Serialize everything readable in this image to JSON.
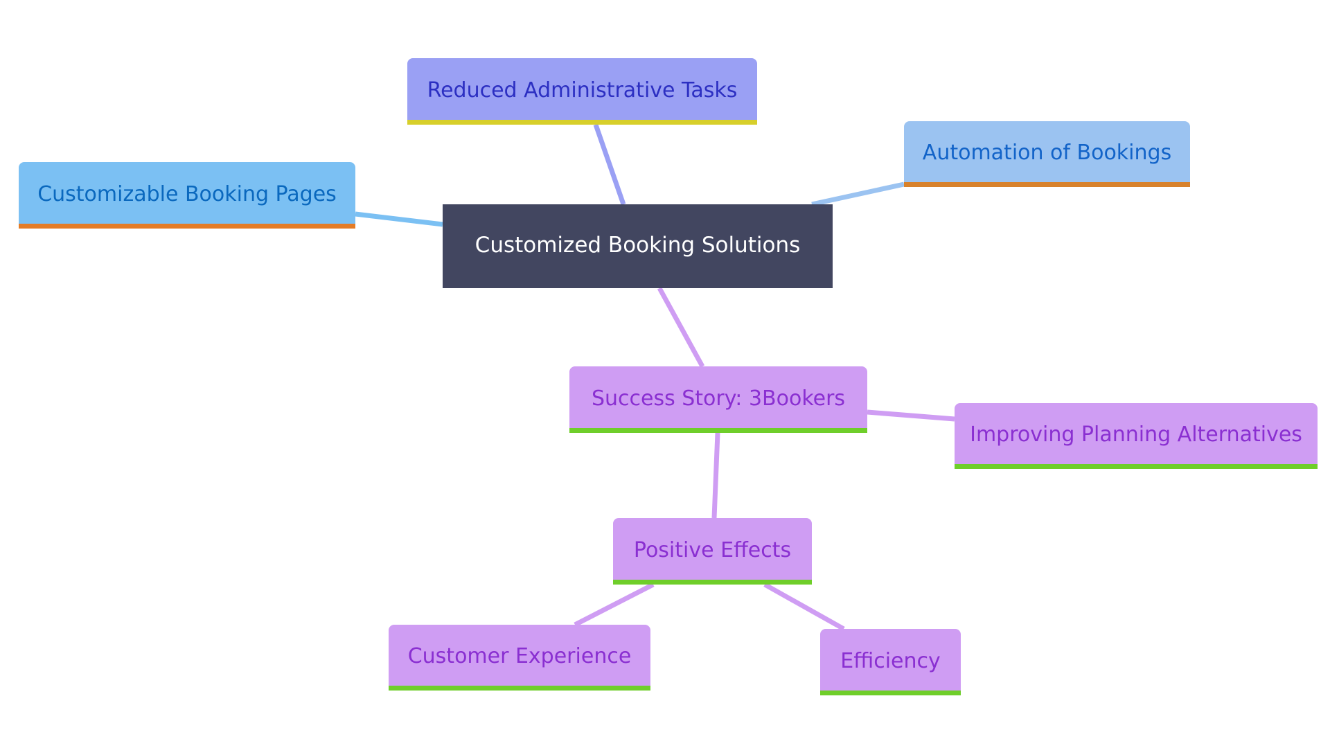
{
  "diagram": {
    "type": "mindmap",
    "root": {
      "id": "root",
      "label": "Customized Booking Solutions",
      "fill": "#424660",
      "text_color": "#ffffff"
    },
    "nodes": [
      {
        "id": "reduced",
        "label": "Reduced Administrative Tasks",
        "parent": "root",
        "fill": "#9aa0f4",
        "text_color": "#2c2fc2",
        "underline": "#d7cf2b",
        "edge_color": "#9aa0f4"
      },
      {
        "id": "automation",
        "label": "Automation of Bookings",
        "parent": "root",
        "fill": "#9bc3f1",
        "text_color": "#1263c8",
        "underline": "#d8822c",
        "edge_color": "#9bc3f1"
      },
      {
        "id": "customizable",
        "label": "Customizable Booking Pages",
        "parent": "root",
        "fill": "#7bc0f3",
        "text_color": "#0a68be",
        "underline": "#e47c26",
        "edge_color": "#7bc0f3"
      },
      {
        "id": "success",
        "label": "Success Story: 3Bookers",
        "parent": "root",
        "fill": "#cf9df3",
        "text_color": "#8a2fd1",
        "underline": "#6fce2a",
        "edge_color": "#cf9df3"
      },
      {
        "id": "improving",
        "label": "Improving Planning Alternatives",
        "parent": "success",
        "fill": "#cf9df3",
        "text_color": "#8a2fd1",
        "underline": "#6fce2a",
        "edge_color": "#cf9df3"
      },
      {
        "id": "positive",
        "label": "Positive Effects",
        "parent": "success",
        "fill": "#cf9df3",
        "text_color": "#8a2fd1",
        "underline": "#6fce2a",
        "edge_color": "#cf9df3"
      },
      {
        "id": "customer",
        "label": "Customer Experience",
        "parent": "positive",
        "fill": "#cf9df3",
        "text_color": "#8a2fd1",
        "underline": "#6fce2a",
        "edge_color": "#cf9df3"
      },
      {
        "id": "efficiency",
        "label": "Efficiency",
        "parent": "positive",
        "fill": "#cf9df3",
        "text_color": "#8a2fd1",
        "underline": "#6fce2a",
        "edge_color": "#cf9df3"
      }
    ]
  }
}
